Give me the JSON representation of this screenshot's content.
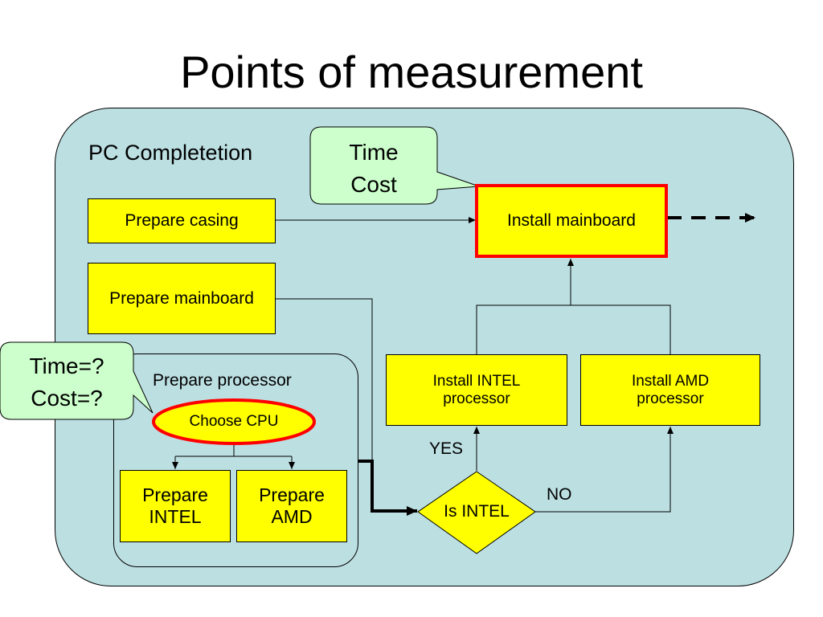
{
  "slide": {
    "title": "Points of measurement"
  },
  "diagram": {
    "outer_label": "PC Completetion",
    "inner_label": "Prepare processor",
    "callouts": {
      "time_cost": {
        "line1": "Time",
        "line2": "Cost"
      },
      "time_cost_unknown": {
        "line1": "Time=?",
        "line2": "Cost=?"
      }
    },
    "boxes": {
      "prepare_casing": "Prepare casing",
      "prepare_mainboard": "Prepare mainboard",
      "install_mainboard": "Install mainboard",
      "install_intel": {
        "line1": "Install INTEL",
        "line2": "processor"
      },
      "install_amd": {
        "line1": "Install AMD",
        "line2": "processor"
      },
      "choose_cpu": "Choose CPU",
      "prepare_intel": {
        "line1": "Prepare",
        "line2": "INTEL"
      },
      "prepare_amd": {
        "line1": "Prepare",
        "line2": "AMD"
      },
      "is_intel": "Is INTEL"
    },
    "edge_labels": {
      "yes": "YES",
      "no": "NO"
    },
    "colors": {
      "background_panel": "#bcdfe2",
      "process_box": "#ffff00",
      "callout": "#ccffcc",
      "highlight": "#ff0000"
    }
  }
}
